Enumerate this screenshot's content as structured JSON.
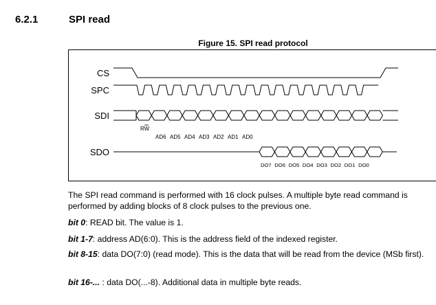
{
  "section": {
    "number": "6.2.1",
    "title": "SPI read"
  },
  "figure": {
    "caption": "Figure 15. SPI read protocol",
    "signals": [
      "CS",
      "SPC",
      "SDI",
      "SDO"
    ],
    "rw_label": "RW",
    "address_bits": [
      "AD6",
      "AD5",
      "AD4",
      "AD3",
      "AD2",
      "AD1",
      "AD0"
    ],
    "data_bits": [
      "DO7",
      "DO6",
      "DO5",
      "DO4",
      "DO3",
      "DO2",
      "DO1",
      "DO0"
    ]
  },
  "body": {
    "intro": "The SPI read command is performed with 16 clock pulses. A multiple byte read command is performed by adding blocks of 8 clock pulses to the previous one.",
    "bit0": {
      "label": "bit 0",
      "text": ": READ bit. The value is 1."
    },
    "bit1_7": {
      "label": "bit 1-7",
      "text": ": address AD(6:0). This is the address field of the indexed register."
    },
    "bit8_15": {
      "label": "bit 8-15",
      "text": ": data DO(7:0) (read mode). This is the data that will be read from the device (MSb first)."
    },
    "bit16": {
      "label": "bit 16-...",
      "text": " : data DO(...-8). Additional data in multiple byte reads."
    }
  }
}
